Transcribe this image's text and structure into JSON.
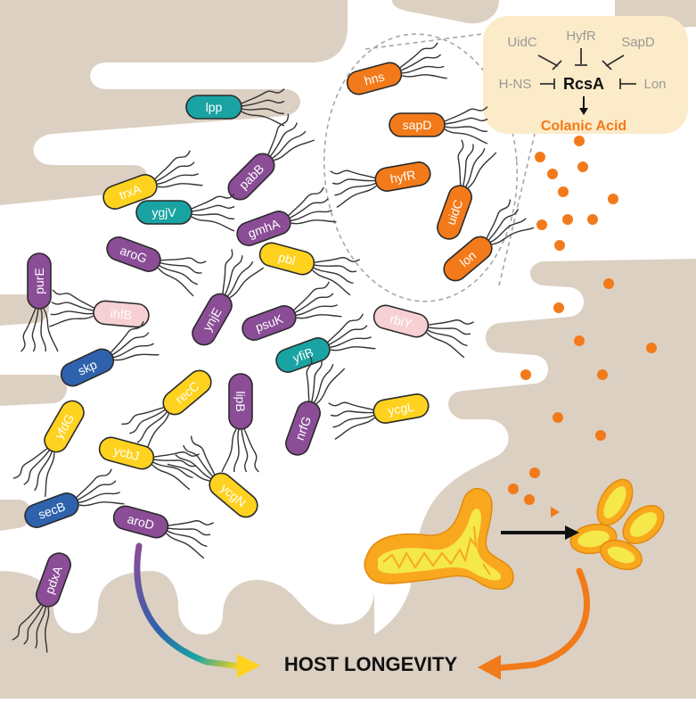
{
  "bacteria": [
    {
      "label": "lpp",
      "color": "teal"
    },
    {
      "label": "trxA",
      "color": "yellow"
    },
    {
      "label": "pabB",
      "color": "purple"
    },
    {
      "label": "ygjV",
      "color": "teal"
    },
    {
      "label": "gmhA",
      "color": "purple"
    },
    {
      "label": "purE",
      "color": "purple"
    },
    {
      "label": "aroG",
      "color": "purple"
    },
    {
      "label": "pbl",
      "color": "yellow"
    },
    {
      "label": "ihfB",
      "color": "pink"
    },
    {
      "label": "ynjE",
      "color": "purple"
    },
    {
      "label": "psuK",
      "color": "purple"
    },
    {
      "label": "rbiY",
      "color": "pink"
    },
    {
      "label": "skp",
      "color": "blue"
    },
    {
      "label": "yfiB",
      "color": "teal"
    },
    {
      "label": "recC",
      "color": "yellow"
    },
    {
      "label": "lipB",
      "color": "purple"
    },
    {
      "label": "nrfG",
      "color": "purple"
    },
    {
      "label": "ycgL",
      "color": "yellow"
    },
    {
      "label": "yfdG",
      "color": "yellow"
    },
    {
      "label": "ycbJ",
      "color": "yellow"
    },
    {
      "label": "ycgN",
      "color": "yellow"
    },
    {
      "label": "secB",
      "color": "blue"
    },
    {
      "label": "aroD",
      "color": "purple"
    },
    {
      "label": "pdxA",
      "color": "purple"
    },
    {
      "label": "hns",
      "color": "orange"
    },
    {
      "label": "sapD",
      "color": "orange"
    },
    {
      "label": "hyfR",
      "color": "orange"
    },
    {
      "label": "uidC",
      "color": "orange"
    },
    {
      "label": "lon",
      "color": "orange"
    }
  ],
  "pathway": {
    "regulators_top": [
      "UidC",
      "HyfR",
      "SapD"
    ],
    "left": "H-NS",
    "center": "RcsA",
    "right": "Lon",
    "product": "Colanic Acid"
  },
  "outcome": "HOST LONGEVITY",
  "colors": {
    "tissue": "#dcd0c3",
    "teal": "#1aa3a3",
    "yellow": "#ffd21f",
    "purple": "#8a4d96",
    "pink": "#f7d0d3",
    "blue": "#2e62ad",
    "orange": "#f27a1a",
    "pathway_bg": "#fcebc8",
    "mito_outer": "#f9a81e",
    "mito_inner": "#f4e84a"
  }
}
